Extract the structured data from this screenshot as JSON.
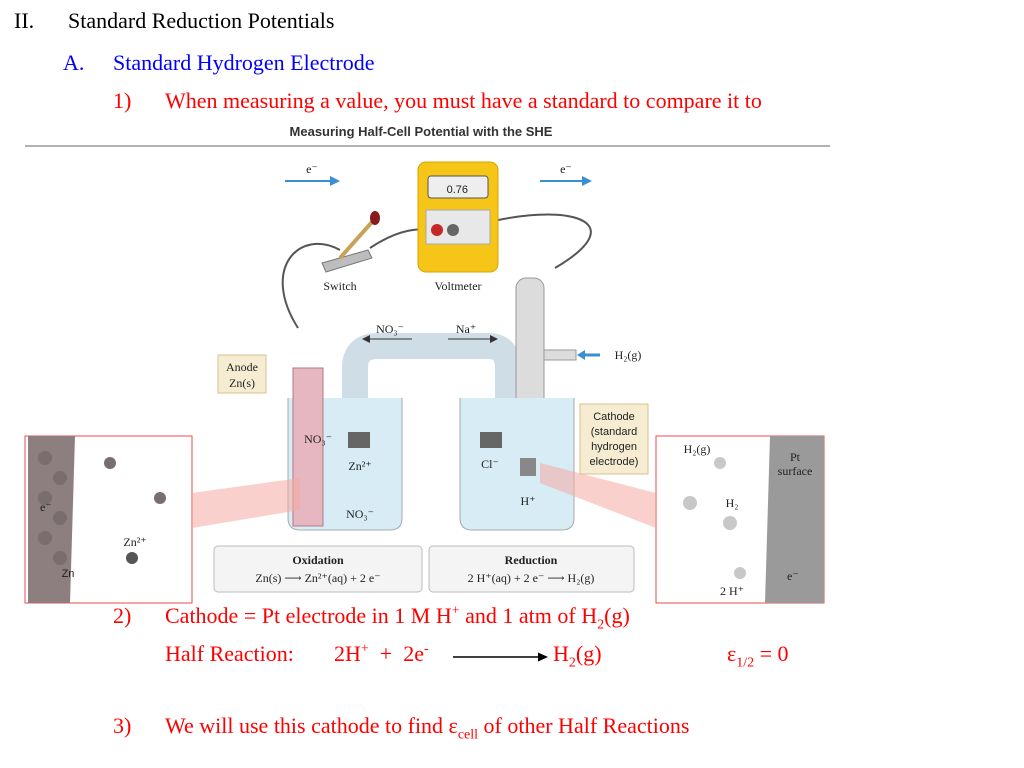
{
  "outline": {
    "section": {
      "number": "II.",
      "title": "Standard Reduction Potentials"
    },
    "subsection": {
      "letter": "A.",
      "title": "Standard Hydrogen Electrode"
    },
    "item1": {
      "number": "1)",
      "text": "When measuring a value, you must have a standard to compare it to"
    },
    "item2": {
      "number": "2)",
      "line1": {
        "pre": "Cathode = Pt electrode in 1 M H",
        "sup": "+",
        "mid": " and 1 atm of H",
        "sub": "2",
        "post": "(g)"
      },
      "line2": {
        "label": "Half Reaction:",
        "lhs_a": "2H",
        "lhs_a_sup": "+",
        "plus": "+",
        "lhs_b": "2e",
        "lhs_b_sup": "-",
        "product": "H",
        "product_sub": "2",
        "product_post": "(g)",
        "potential_symbol": "ε",
        "potential_sub": "1/2",
        "potential_value": "= 0"
      }
    },
    "item3": {
      "number": "3)",
      "pre": "We will use this cathode to find ε",
      "sub": "cell",
      "post": " of other Half Reactions"
    }
  },
  "figure": {
    "title": "Measuring Half-Cell Potential with the SHE",
    "voltmeter_reading": "0.76",
    "labels": {
      "switch": "Switch",
      "voltmeter": "Voltmeter",
      "electron": "e⁻",
      "no3": "NO₃⁻",
      "na": "Na⁺",
      "h2g": "H₂(g)",
      "anode": "Anode",
      "anode_material": "Zn(s)",
      "cathode_lines": [
        "Cathode",
        "(standard",
        "hydrogen",
        "electrode)"
      ],
      "zn2": "Zn²⁺",
      "cl": "Cl⁻",
      "hplus": "H⁺",
      "zn": "Zn",
      "pt_surface_lines": [
        "Pt",
        "surface"
      ],
      "h2": "H₂",
      "two_h": "2 H⁺"
    },
    "oxidation": {
      "title": "Oxidation",
      "equation": "Zn(s)  ⟶  Zn²⁺(aq)  + 2 e⁻"
    },
    "reduction": {
      "title": "Reduction",
      "equation": "2 H⁺(aq)  + 2 e⁻   ⟶   H₂(g)"
    }
  },
  "colors": {
    "heading": "#000000",
    "subheading": "#0000ff",
    "body": "#ff0000",
    "accent_panel": "#e94b4b"
  }
}
